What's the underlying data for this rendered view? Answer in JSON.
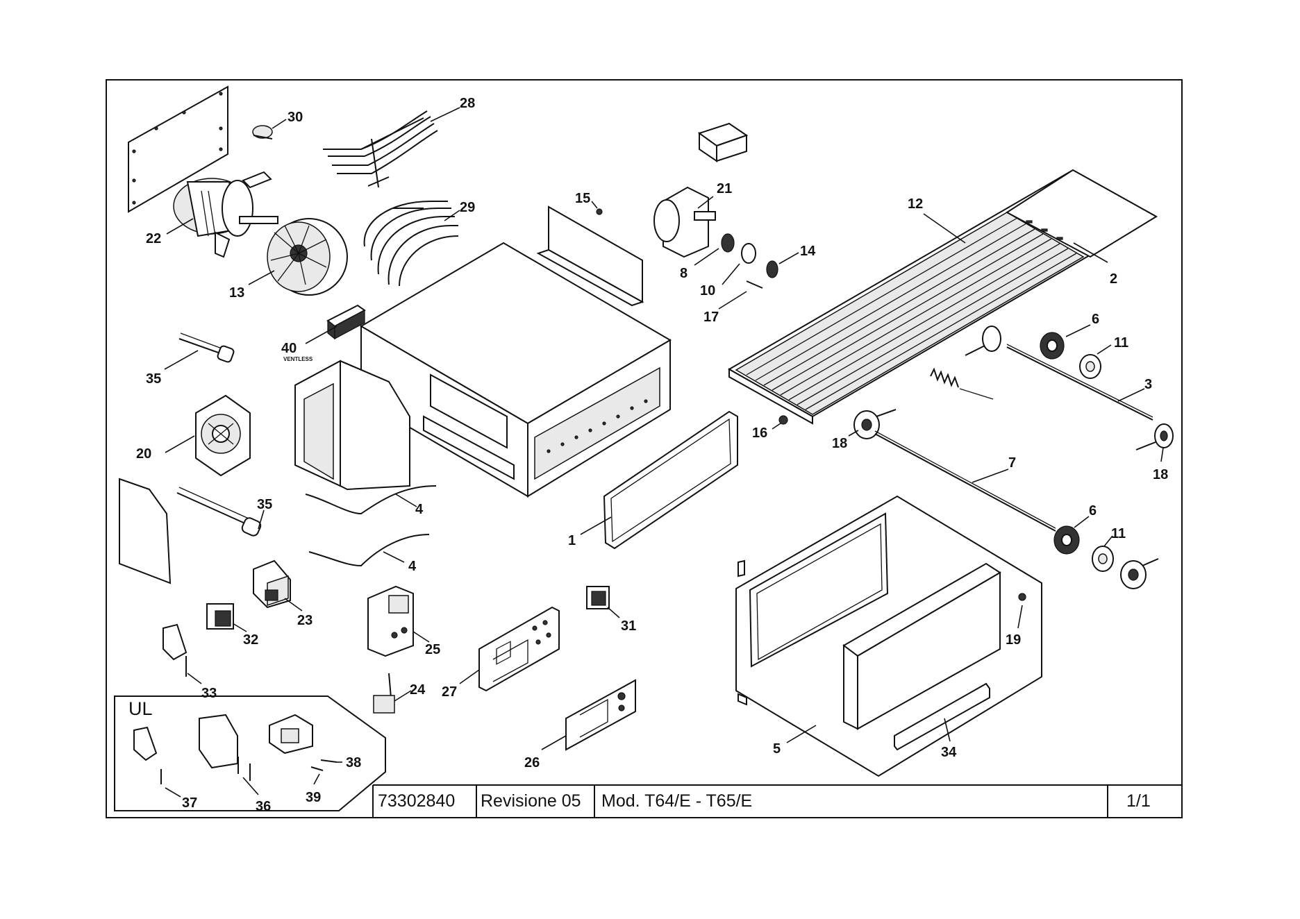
{
  "title_block": {
    "code": "73302840",
    "revision": "Revisione 05",
    "model": "Mod. T64/E - T65/E",
    "sheet": "1/1"
  },
  "ul_box": {
    "label": "UL"
  },
  "callouts": [
    {
      "id": "c1",
      "label": "1"
    },
    {
      "id": "c2",
      "label": "2"
    },
    {
      "id": "c3",
      "label": "3"
    },
    {
      "id": "c4a",
      "label": "4"
    },
    {
      "id": "c4b",
      "label": "4"
    },
    {
      "id": "c5",
      "label": "5"
    },
    {
      "id": "c6a",
      "label": "6"
    },
    {
      "id": "c6b",
      "label": "6"
    },
    {
      "id": "c7",
      "label": "7"
    },
    {
      "id": "c8",
      "label": "8"
    },
    {
      "id": "c10",
      "label": "10"
    },
    {
      "id": "c11a",
      "label": "11"
    },
    {
      "id": "c11b",
      "label": "11"
    },
    {
      "id": "c12",
      "label": "12"
    },
    {
      "id": "c13",
      "label": "13"
    },
    {
      "id": "c14",
      "label": "14"
    },
    {
      "id": "c15",
      "label": "15"
    },
    {
      "id": "c16",
      "label": "16"
    },
    {
      "id": "c17",
      "label": "17"
    },
    {
      "id": "c18a",
      "label": "18"
    },
    {
      "id": "c18b",
      "label": "18"
    },
    {
      "id": "c19",
      "label": "19"
    },
    {
      "id": "c20",
      "label": "20"
    },
    {
      "id": "c21",
      "label": "21"
    },
    {
      "id": "c22",
      "label": "22"
    },
    {
      "id": "c23",
      "label": "23"
    },
    {
      "id": "c24",
      "label": "24"
    },
    {
      "id": "c25",
      "label": "25"
    },
    {
      "id": "c26",
      "label": "26"
    },
    {
      "id": "c27",
      "label": "27"
    },
    {
      "id": "c28",
      "label": "28"
    },
    {
      "id": "c29",
      "label": "29"
    },
    {
      "id": "c30",
      "label": "30"
    },
    {
      "id": "c31",
      "label": "31"
    },
    {
      "id": "c32",
      "label": "32"
    },
    {
      "id": "c33",
      "label": "33"
    },
    {
      "id": "c34",
      "label": "34"
    },
    {
      "id": "c35a",
      "label": "35"
    },
    {
      "id": "c35b",
      "label": "35"
    },
    {
      "id": "c36",
      "label": "36"
    },
    {
      "id": "c37",
      "label": "37"
    },
    {
      "id": "c38",
      "label": "38"
    },
    {
      "id": "c39",
      "label": "39"
    },
    {
      "id": "c40",
      "label": "40"
    }
  ],
  "ventless_note": "VENTLESS"
}
